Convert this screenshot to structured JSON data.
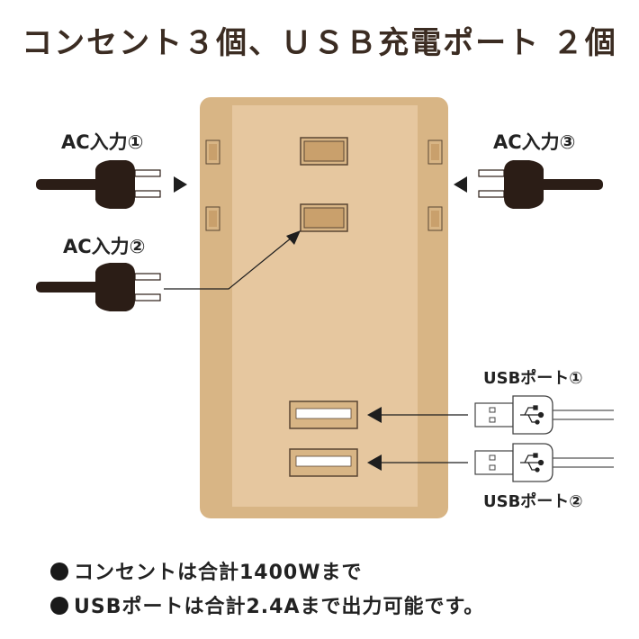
{
  "title": "コンセント３個、ＵＳＢ充電ポート ２個",
  "labels": {
    "ac1": "AC入力①",
    "ac2": "AC入力②",
    "ac3": "AC入力③",
    "usb1": "USBポート①",
    "usb2": "USBポート②"
  },
  "notes": [
    "コンセントは合計1400Wまで",
    "USBポートは合計2.4Aまで出力可能です。"
  ],
  "colors": {
    "body": "#d8b585",
    "panel": "#e6c79f",
    "socket_outline": "#5a4634",
    "plug": "#2b1d16",
    "arrow": "#1e1e1e"
  },
  "icons": [
    "plug-icon",
    "usb-cable-icon",
    "usb-symbol-icon",
    "arrow-icon"
  ]
}
